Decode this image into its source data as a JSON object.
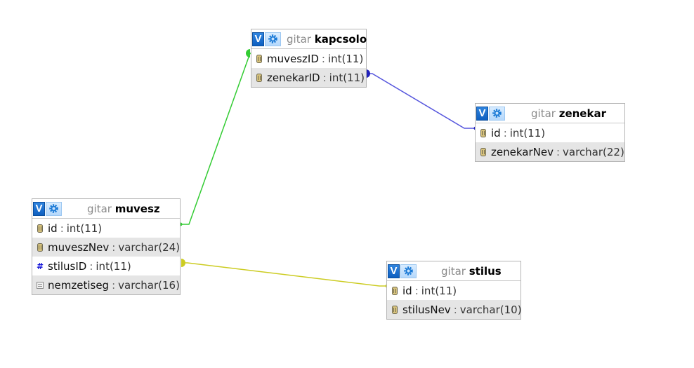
{
  "diagram": {
    "tables": [
      {
        "key": "kapcsolo",
        "db": "gitar",
        "name": "kapcsolo",
        "columns": [
          {
            "name": "muveszID",
            "sep": ":",
            "type": "int(11)",
            "icon": "key-icon"
          },
          {
            "name": "zenekarID",
            "sep": ":",
            "type": "int(11)",
            "icon": "key-icon"
          }
        ]
      },
      {
        "key": "zenekar",
        "db": "gitar",
        "name": "zenekar",
        "columns": [
          {
            "name": "id",
            "sep": ":",
            "type": "int(11)",
            "icon": "key-icon"
          },
          {
            "name": "zenekarNev",
            "sep": ":",
            "type": "varchar(22)",
            "icon": "key-icon"
          }
        ]
      },
      {
        "key": "muvesz",
        "db": "gitar",
        "name": "muvesz",
        "columns": [
          {
            "name": "id",
            "sep": ":",
            "type": "int(11)",
            "icon": "key-icon"
          },
          {
            "name": "muveszNev",
            "sep": ":",
            "type": "varchar(24)",
            "icon": "key-icon"
          },
          {
            "name": "stilusID",
            "sep": ":",
            "type": "int(11)",
            "icon": "hash-icon"
          },
          {
            "name": "nemzetiseg",
            "sep": ":",
            "type": "varchar(16)",
            "icon": "column-icon"
          }
        ]
      },
      {
        "key": "stilus",
        "db": "gitar",
        "name": "stilus",
        "columns": [
          {
            "name": "id",
            "sep": ":",
            "type": "int(11)",
            "icon": "key-icon"
          },
          {
            "name": "stilusNev",
            "sep": ":",
            "type": "varchar(10)",
            "icon": "key-icon"
          }
        ]
      }
    ],
    "relations": [
      {
        "from": "muvesz.id",
        "to": "kapcsolo.muveszID",
        "color": "#33cc33"
      },
      {
        "from": "kapcsolo.zenekarID",
        "to": "zenekar.id",
        "color": "#5555dd"
      },
      {
        "from": "muvesz.stilusID",
        "to": "stilus.id",
        "color": "#cccc22"
      }
    ],
    "toggle_label": "V",
    "icons": {
      "settings": "gear-icon",
      "toggle": "toggle-icon"
    }
  }
}
